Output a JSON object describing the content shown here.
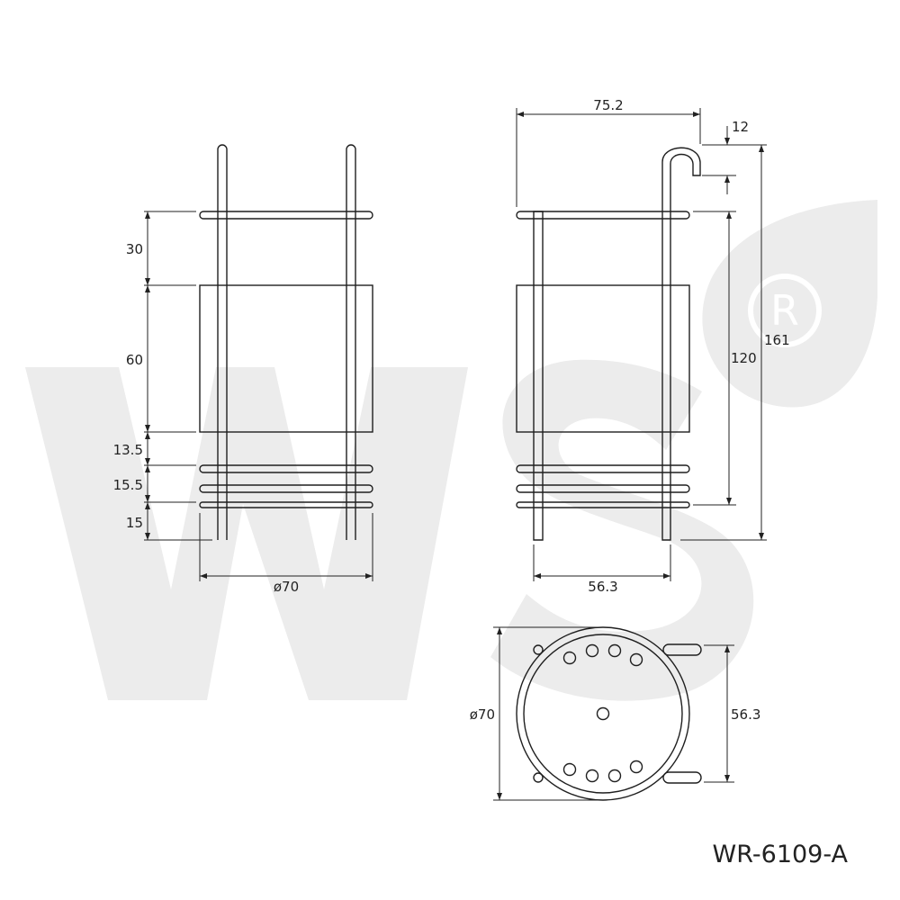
{
  "front_view": {
    "dimensions": {
      "d1": "30",
      "d2": "60",
      "d3": "13.5",
      "d4": "15.5",
      "d5": "15",
      "width": "ø70"
    }
  },
  "side_view": {
    "dimensions": {
      "top_width": "75.2",
      "hook": "12",
      "inner_height": "120",
      "total_height": "161",
      "base_width": "56.3"
    }
  },
  "top_view": {
    "dimensions": {
      "diameter": "ø70",
      "span": "56.3"
    }
  },
  "model_number": "WR-6109-A",
  "colors": {
    "line": "#1f1f1f",
    "watermark": "#ececec",
    "background": "#ffffff"
  }
}
